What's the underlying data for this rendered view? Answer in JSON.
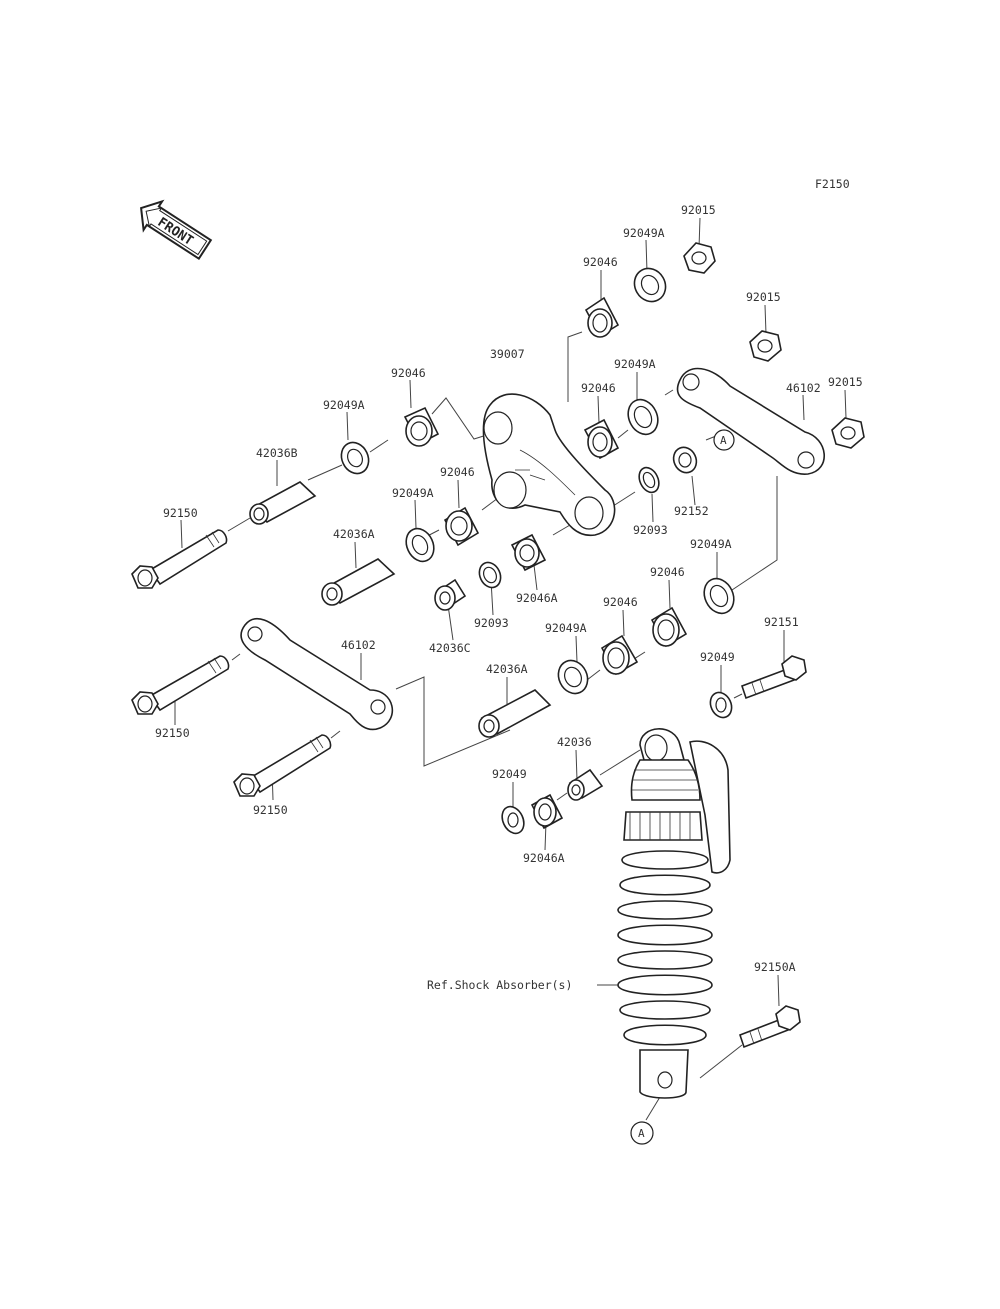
{
  "figure_code": "F2150",
  "front_badge": "FRONT",
  "callouts": {
    "n92015_a": "92015",
    "n92049A_a": "92049A",
    "n92046_a": "92046",
    "n92015_b": "92015",
    "n39007": "39007",
    "n92049A_b": "92049A",
    "n92046_b": "92046",
    "n92015_c": "92015",
    "n46102_a": "46102",
    "n92046_c": "92046",
    "n92049A_c": "92049A",
    "n42036B": "42036B",
    "n92046_d": "92046",
    "n92152": "92152",
    "n92049A_d": "92049A",
    "n92093_a": "92093",
    "n92150_a": "92150",
    "n42036A_a": "42036A",
    "n92049A_e": "92049A",
    "n92046A_a": "92046A",
    "n92046_e": "92046",
    "n42036C": "42036C",
    "n92093_b": "92093",
    "n92046_f": "92046",
    "n92049A_f": "92049A",
    "n92151": "92151",
    "n46102_b": "46102",
    "n42036A_b": "42036A",
    "n92049_a": "92049",
    "n92150_b": "92150",
    "n42036": "42036",
    "n92049_b": "92049",
    "n92150_c": "92150",
    "n92046A_b": "92046A",
    "ref_shock": "Ref.Shock Absorber(s)",
    "n92150A": "92150A",
    "ref_A_top": "A",
    "ref_A_bottom": "A"
  }
}
